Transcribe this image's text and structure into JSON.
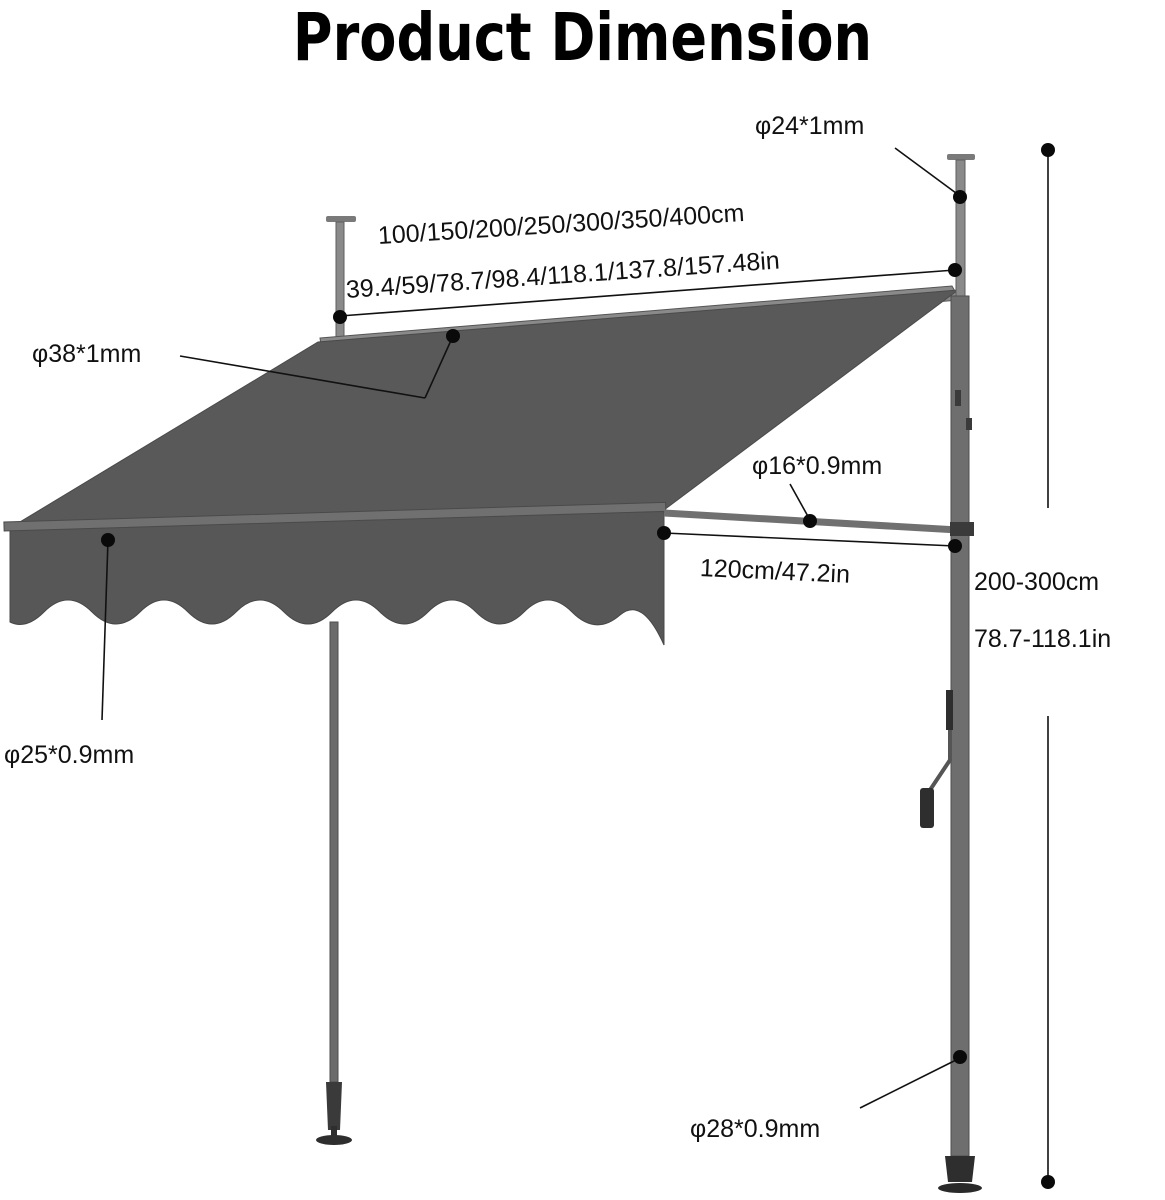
{
  "title": "Product Dimension",
  "labels": {
    "top_post_diameter": "φ24*1mm",
    "width_cm": "100/150/200/250/300/350/400cm",
    "width_in": "39.4/59/78.7/98.4/118.1/137.8/157.48in",
    "roller_diameter": "φ38*1mm",
    "arm_diameter": "φ16*0.9mm",
    "projection": "120cm/47.2in",
    "height_cm": "200-300cm",
    "height_in": "78.7-118.1in",
    "front_bar_diameter": "φ25*0.9mm",
    "bottom_post_diameter": "φ28*0.9mm"
  },
  "colors": {
    "fabric": "#5a5a5a",
    "fabric_dark": "#4d4d4d",
    "pole": "#6b6b6b",
    "line": "#111111",
    "background": "#ffffff"
  }
}
